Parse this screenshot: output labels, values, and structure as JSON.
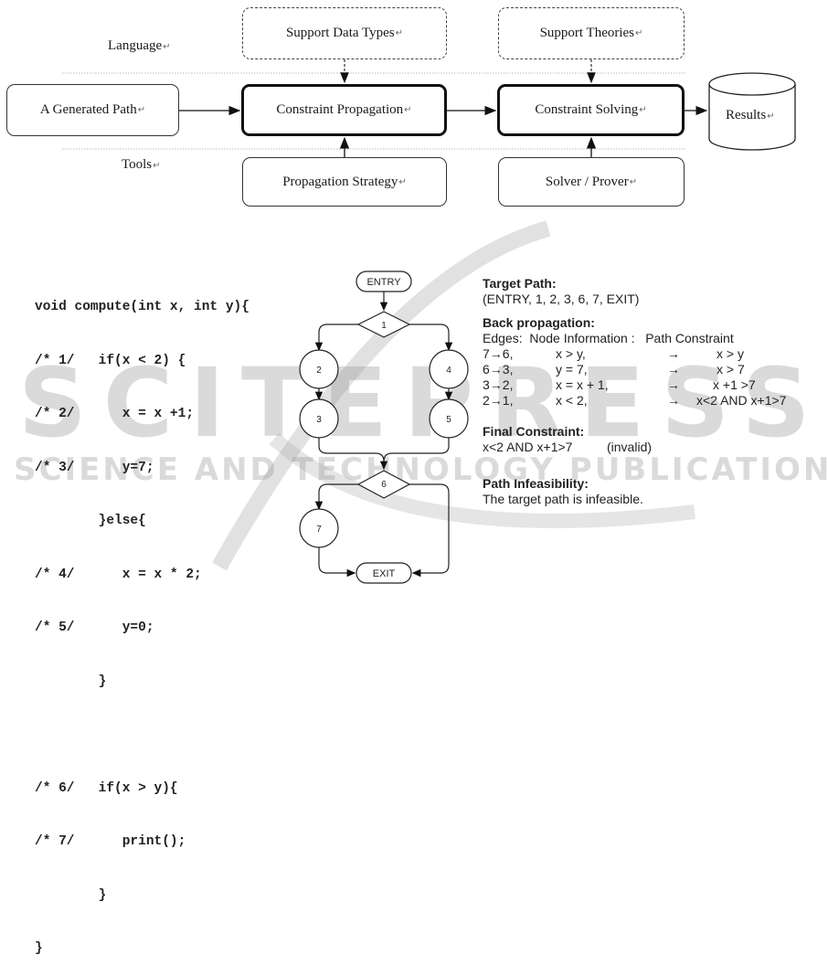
{
  "top_diagram": {
    "layer_labels": {
      "language": "Language",
      "tools": "Tools"
    },
    "return_mark": "↵",
    "boxes": {
      "generated_path": "A Generated Path",
      "constraint_propagation": "Constraint Propagation",
      "constraint_solving": "Constraint Solving",
      "results": "Results",
      "support_data_types": "Support Data Types",
      "support_theories": "Support Theories",
      "propagation_strategy": "Propagation Strategy",
      "solver_prover": "Solver / Prover"
    }
  },
  "code": {
    "lines": [
      "void compute(int x, int y){",
      "/* 1/   if(x < 2) {",
      "/* 2/      x = x +1;",
      "/* 3/      y=7;",
      "        }else{",
      "/* 4/      x = x * 2;",
      "/* 5/      y=0;",
      "        }",
      "",
      "/* 6/   if(x > y){",
      "/* 7/      print();",
      "        }",
      "}"
    ]
  },
  "flowchart": {
    "nodes": {
      "entry": "ENTRY",
      "n1": "1",
      "n2": "2",
      "n3": "3",
      "n4": "4",
      "n5": "5",
      "n6": "6",
      "n7": "7",
      "exit": "EXIT"
    }
  },
  "analysis": {
    "target_path": {
      "heading": "Target Path:",
      "value": "(ENTRY, 1, 2, 3, 6, 7, EXIT)"
    },
    "back_propagation": {
      "heading": "Back propagation:",
      "columns": "Edges:  Node Information :   Path Constraint",
      "rows": [
        {
          "edge": "7→6,",
          "info": "x > y,",
          "arrow": "→",
          "constraint": "x > y"
        },
        {
          "edge": "6→3,",
          "info": "y = 7,",
          "arrow": "→",
          "constraint": "x > 7"
        },
        {
          "edge": "3→2,",
          "info": "x = x + 1,",
          "arrow": "→",
          "constraint": "x +1 >7"
        },
        {
          "edge": "2→1,",
          "info": "x < 2,",
          "arrow": "→",
          "constraint": "x<2 AND x+1>7"
        }
      ]
    },
    "final_constraint": {
      "heading": "Final Constraint:",
      "value": "x<2 AND x+1>7",
      "status": "(invalid)"
    },
    "path_infeasibility": {
      "heading": "Path Infeasibility:",
      "value": "The target path is infeasible."
    }
  },
  "watermark": {
    "line1": "SCITEPRESS",
    "line2": "SCIENCE AND TECHNOLOGY PUBLICATIONS"
  }
}
